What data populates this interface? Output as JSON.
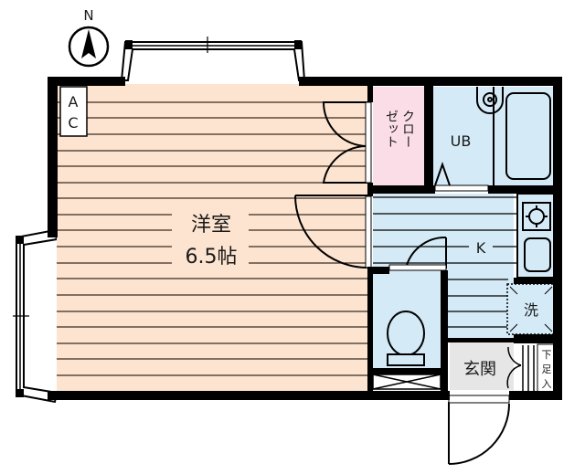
{
  "compass": {
    "label": "N"
  },
  "rooms": {
    "western_room": {
      "name": "洋室",
      "size": "6.5帖"
    },
    "aircon": {
      "line1": "A",
      "line2": "C"
    },
    "closet": {
      "col1": "クロー",
      "col2": "ゼット"
    },
    "unit_bath": {
      "label": "UB"
    },
    "kitchen": {
      "label": "K"
    },
    "laundry": {
      "label": "洗"
    },
    "entrance": {
      "label": "玄関"
    },
    "shoe_box": {
      "c1": "下",
      "c2": "足",
      "c3": "入"
    }
  },
  "colors": {
    "western_room_floor": "#fde4d0",
    "closet": "#fbdde8",
    "wet_area": "#d5eaf7",
    "entrance": "#e6e6e6",
    "wall": "#000000"
  }
}
